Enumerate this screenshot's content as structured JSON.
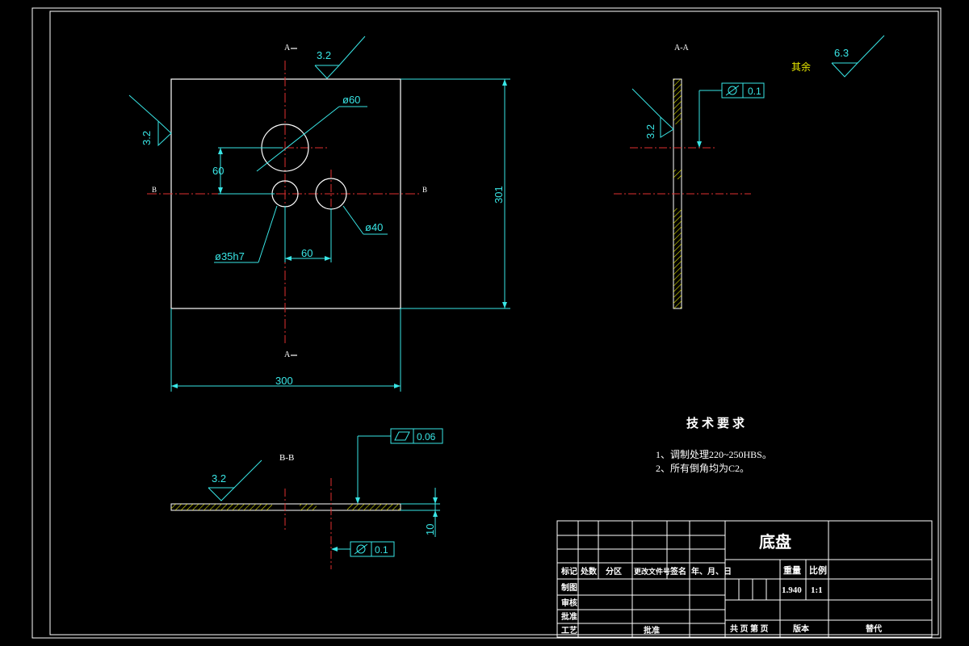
{
  "section_labels": {
    "a_top": "A",
    "a_bottom": "A",
    "b_left": "B",
    "b_right": "B",
    "aa_title": "A-A",
    "bb_title": "B-B"
  },
  "roughness": {
    "top": "3.2",
    "left": "3.2",
    "side": "3.2",
    "bottom_view": "3.2",
    "general_value": "6.3",
    "general_label": "其余"
  },
  "dimensions": {
    "hole_large": "ø60",
    "hole_right": "ø40",
    "hole_left": "ø35h7",
    "offset_vertical": "60",
    "offset_horizontal": "60",
    "height": "301",
    "width": "300",
    "thickness": "10"
  },
  "tolerances": {
    "side_view": "0.1",
    "bottom_flatness": "0.06",
    "bottom_perp": "0.1"
  },
  "tech_requirements": {
    "title": "技术要求",
    "item1": "1、调制处理220~250HBS。",
    "item2": "2、所有倒角均为C2。"
  },
  "title_block": {
    "part_name": "底盘",
    "weight_label": "重量",
    "scale_label": "比例",
    "weight_value": "1.940",
    "scale_value": "1:1",
    "col_mark": "标记",
    "col_count": "处数",
    "col_zone": "分区",
    "col_doc": "更改文件号",
    "col_sign": "签名",
    "col_date": "年、月、日",
    "row_design": "制图",
    "row_check": "审核",
    "row_tech": "批准",
    "row_process": "工艺",
    "approve": "批准",
    "sheets": "共 页  第 页",
    "version": "版本",
    "replace": "替代"
  }
}
